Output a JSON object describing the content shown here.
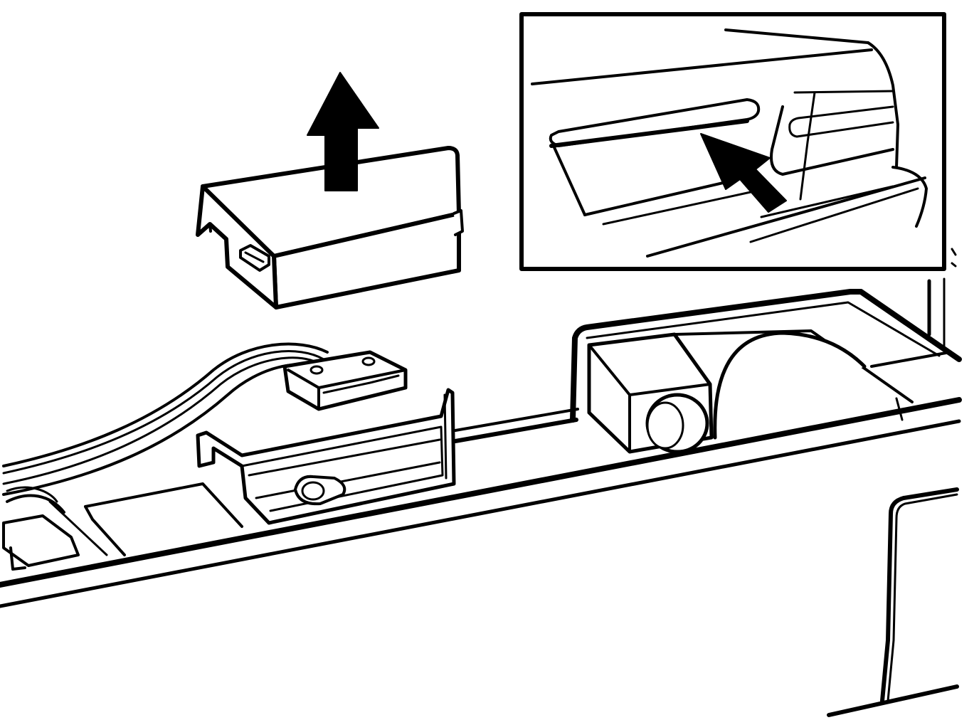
{
  "diagram": {
    "style": "black line-art technical illustration",
    "background_color": "#ffffff",
    "line_color": "#000000",
    "parts": [
      "cover-box",
      "lift-arrow",
      "wire-harness",
      "connector",
      "bracket",
      "motor-housing",
      "panel-rails",
      "detail-inset",
      "door-handle",
      "push-arrow"
    ],
    "arrows": [
      {
        "name": "lift-arrow",
        "direction": "up"
      },
      {
        "name": "push-arrow",
        "direction": "up-left"
      }
    ]
  }
}
